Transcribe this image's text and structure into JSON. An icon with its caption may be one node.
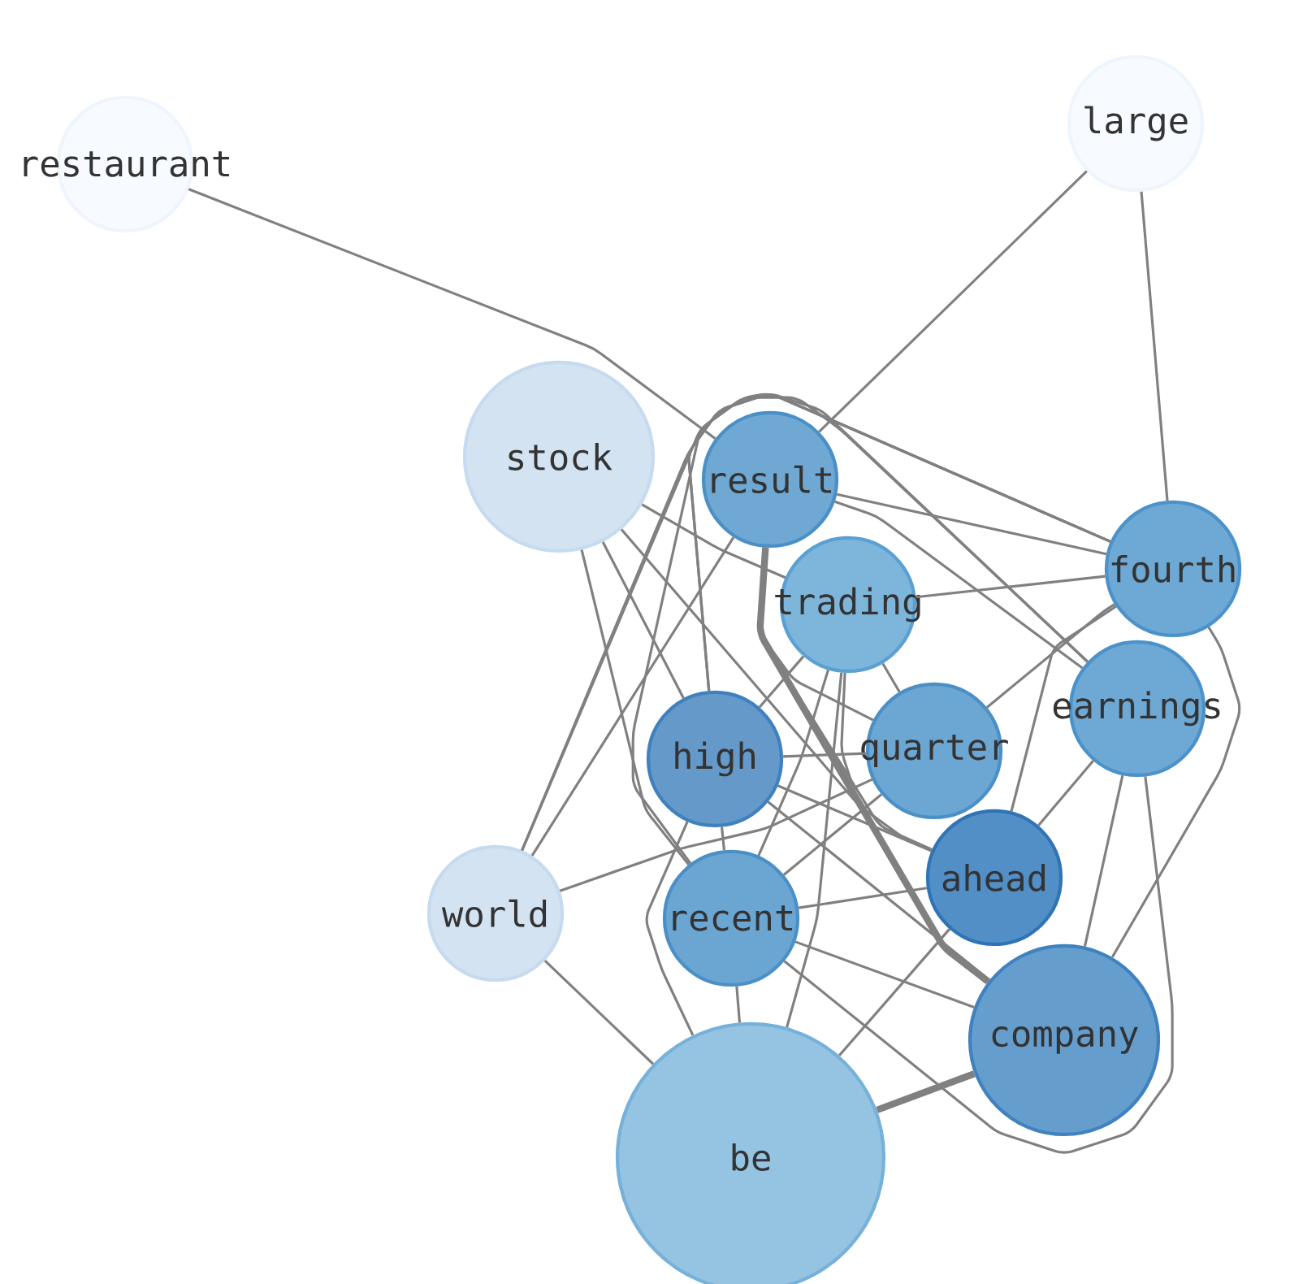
{
  "diagram": {
    "nodes": [
      {
        "text": [
          "restaurant"
        ]
      },
      {
        "text": [
          "large"
        ]
      },
      {
        "text": [
          "stock"
        ]
      },
      {
        "text": [
          "result"
        ]
      },
      {
        "text": [
          "trading"
        ]
      },
      {
        "text": [
          "fourth"
        ]
      },
      {
        "text": [
          "earnings"
        ]
      },
      {
        "text": [
          "high"
        ]
      },
      {
        "text": [
          "quarter"
        ]
      },
      {
        "text": [
          "ahead"
        ]
      },
      {
        "text": [
          "world"
        ]
      },
      {
        "text": [
          "recent"
        ]
      },
      {
        "text": [
          "company"
        ]
      },
      {
        "text": [
          "be"
        ]
      }
    ],
    "edges": [
      {
        "from": 0,
        "to": 3,
        "arrow": "none"
      },
      {
        "from": 1,
        "to": 3,
        "arrow": "none"
      },
      {
        "from": 1,
        "to": 5,
        "arrow": "none"
      },
      {
        "from": 2,
        "to": 4,
        "arrow": "none"
      },
      {
        "from": 2,
        "to": 9,
        "arrow": "none"
      },
      {
        "from": 2,
        "to": 7,
        "arrow": "none"
      },
      {
        "from": 2,
        "to": 11,
        "arrow": "none"
      },
      {
        "from": 3,
        "to": 10,
        "arrow": "none"
      },
      {
        "from": 3,
        "to": 5,
        "arrow": "none"
      },
      {
        "from": 3,
        "to": 6,
        "arrow": "none"
      },
      {
        "from": 3,
        "to": 9,
        "arrow": "none"
      },
      {
        "from": 3,
        "to": 12,
        "arrow": "none",
        "style": "thick"
      },
      {
        "from": 3,
        "to": 8,
        "arrow": "none"
      },
      {
        "from": 4,
        "to": 5,
        "arrow": "none"
      },
      {
        "from": 4,
        "to": 7,
        "arrow": "none"
      },
      {
        "from": 4,
        "to": 11,
        "arrow": "none"
      },
      {
        "from": 4,
        "to": 13,
        "arrow": "none"
      },
      {
        "from": 4,
        "to": 12,
        "arrow": "none"
      },
      {
        "from": 4,
        "to": 8,
        "arrow": "none"
      },
      {
        "from": 5,
        "to": 7,
        "arrow": "none"
      },
      {
        "from": 5,
        "to": 8,
        "arrow": "none"
      },
      {
        "from": 5,
        "to": 10,
        "arrow": "none"
      },
      {
        "from": 5,
        "to": 11,
        "arrow": "none"
      },
      {
        "from": 5,
        "to": 9,
        "arrow": "none"
      },
      {
        "from": 5,
        "to": 12,
        "arrow": "none"
      },
      {
        "from": 6,
        "to": 7,
        "arrow": "none"
      },
      {
        "from": 6,
        "to": 10,
        "arrow": "none"
      },
      {
        "from": 6,
        "to": 11,
        "arrow": "none"
      },
      {
        "from": 6,
        "to": 12,
        "arrow": "none"
      },
      {
        "from": 6,
        "to": 9,
        "arrow": "none"
      },
      {
        "from": 7,
        "to": 8,
        "arrow": "none"
      },
      {
        "from": 7,
        "to": 9,
        "arrow": "none"
      },
      {
        "from": 7,
        "to": 12,
        "arrow": "none"
      },
      {
        "from": 7,
        "to": 13,
        "arrow": "none"
      },
      {
        "from": 7,
        "to": 11,
        "arrow": "none"
      },
      {
        "from": 8,
        "to": 10,
        "arrow": "none"
      },
      {
        "from": 8,
        "to": 11,
        "arrow": "none"
      },
      {
        "from": 9,
        "to": 11,
        "arrow": "none"
      },
      {
        "from": 9,
        "to": 13,
        "arrow": "none"
      },
      {
        "from": 11,
        "to": 12,
        "arrow": "none"
      },
      {
        "from": 11,
        "to": 13,
        "arrow": "none"
      },
      {
        "from": 10,
        "to": 13,
        "arrow": "none"
      },
      {
        "from": 13,
        "to": 12,
        "arrow": "none",
        "style": "thick"
      }
    ]
  }
}
